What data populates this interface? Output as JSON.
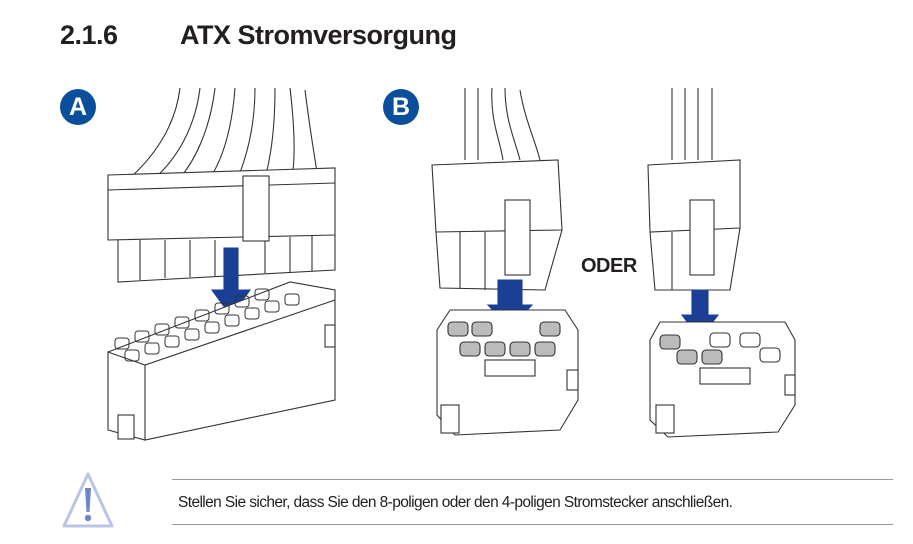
{
  "section": {
    "number": "2.1.6",
    "title": "ATX Stromversorgung"
  },
  "figures": {
    "a_label": "A",
    "b_label": "B",
    "or_label": "ODER"
  },
  "note": {
    "icon": "warning-triangle-icon",
    "text": "Stellen Sie sicher, dass Sie den 8-poligen oder den 4-poligen Stromstecker anschließen."
  },
  "colors": {
    "badge": "#0b4f9c",
    "arrow": "#1a3f94",
    "warning": "#6f86c6"
  }
}
